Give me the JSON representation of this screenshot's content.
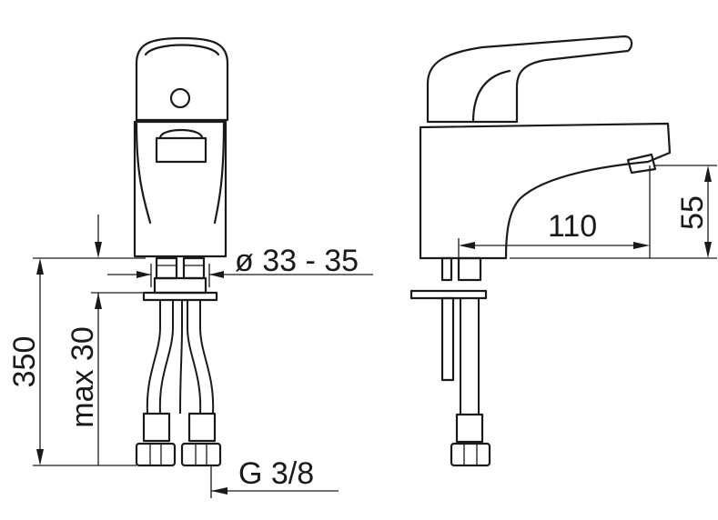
{
  "dimensions": {
    "diameter": "ø 33 - 35",
    "total_height": "350",
    "max_thickness": "max 30",
    "thread": "G 3/8",
    "spout_reach": "110",
    "spout_height": "55"
  }
}
